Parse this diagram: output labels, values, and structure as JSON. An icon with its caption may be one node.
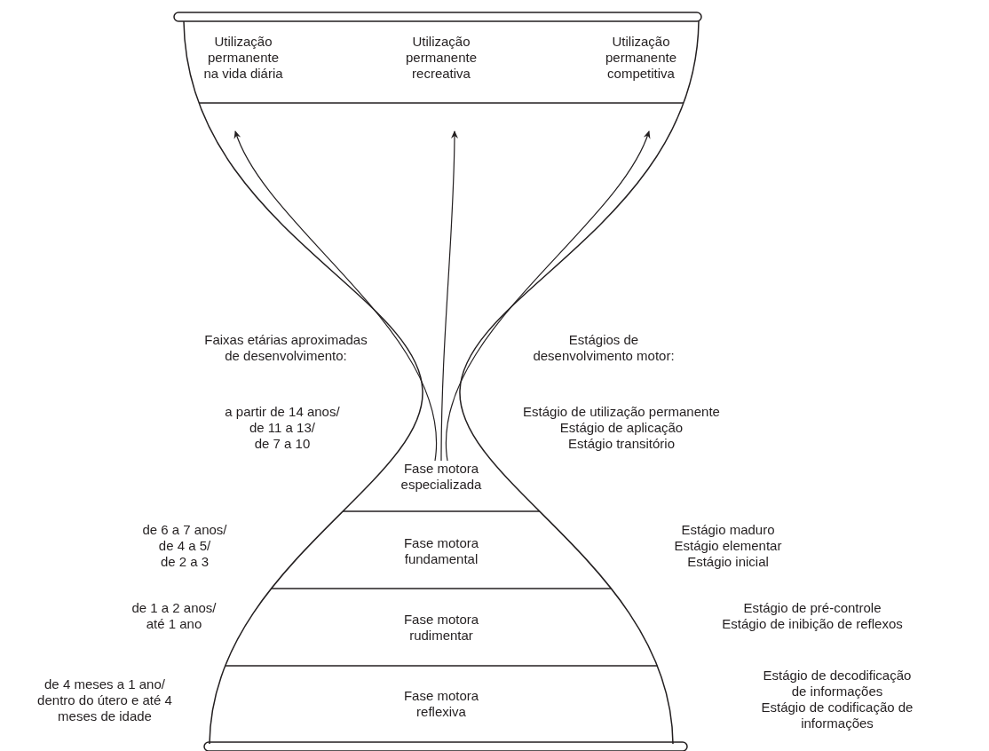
{
  "diagram": {
    "nodes": [
      {
        "text": [
          "Utilização permanente na vida diária"
        ]
      },
      {
        "text": [
          "Utilização permanente recreativa"
        ]
      },
      {
        "text": [
          "Utilização permanente competitiva"
        ]
      },
      {
        "text": [
          "Fase motora especializada"
        ],
        "beside": [
          "a partir de 14 anos/",
          "de 11 a 13/",
          "de 7 a 10",
          "Estágio de utilização permanente",
          "Estágio de aplicação",
          "Estágio transitório"
        ]
      },
      {
        "text": [
          "Fase motora fundamental"
        ],
        "beside": [
          "de 6 a 7 anos/",
          "de 4 a 5/",
          "de 2 a 3",
          "Estágio maduro",
          "Estágio elementar",
          "Estágio inicial"
        ]
      },
      {
        "text": [
          "Fase motora rudimentar"
        ],
        "beside": [
          "de 1 a 2 anos/",
          "até 1 ano",
          "Estágio de pré-controle",
          "Estágio de inibição de reflexos"
        ]
      },
      {
        "text": [
          "Fase motora reflexiva"
        ],
        "beside": [
          "de 4 meses a 1 ano/",
          "dentro do útero e até 4 meses de idade",
          "Estágio de decodificação de informações",
          "Estágio de codificação de informações"
        ]
      }
    ],
    "edges": [
      {
        "from": 3,
        "to": 0,
        "arrow": "to"
      },
      {
        "from": 3,
        "to": 1,
        "arrow": "to"
      },
      {
        "from": 3,
        "to": 2,
        "arrow": "to"
      }
    ],
    "labels": [
      "Faixas etárias aproximadas de desenvolvimento:",
      "Estágios de desenvolvimento motor:"
    ]
  }
}
